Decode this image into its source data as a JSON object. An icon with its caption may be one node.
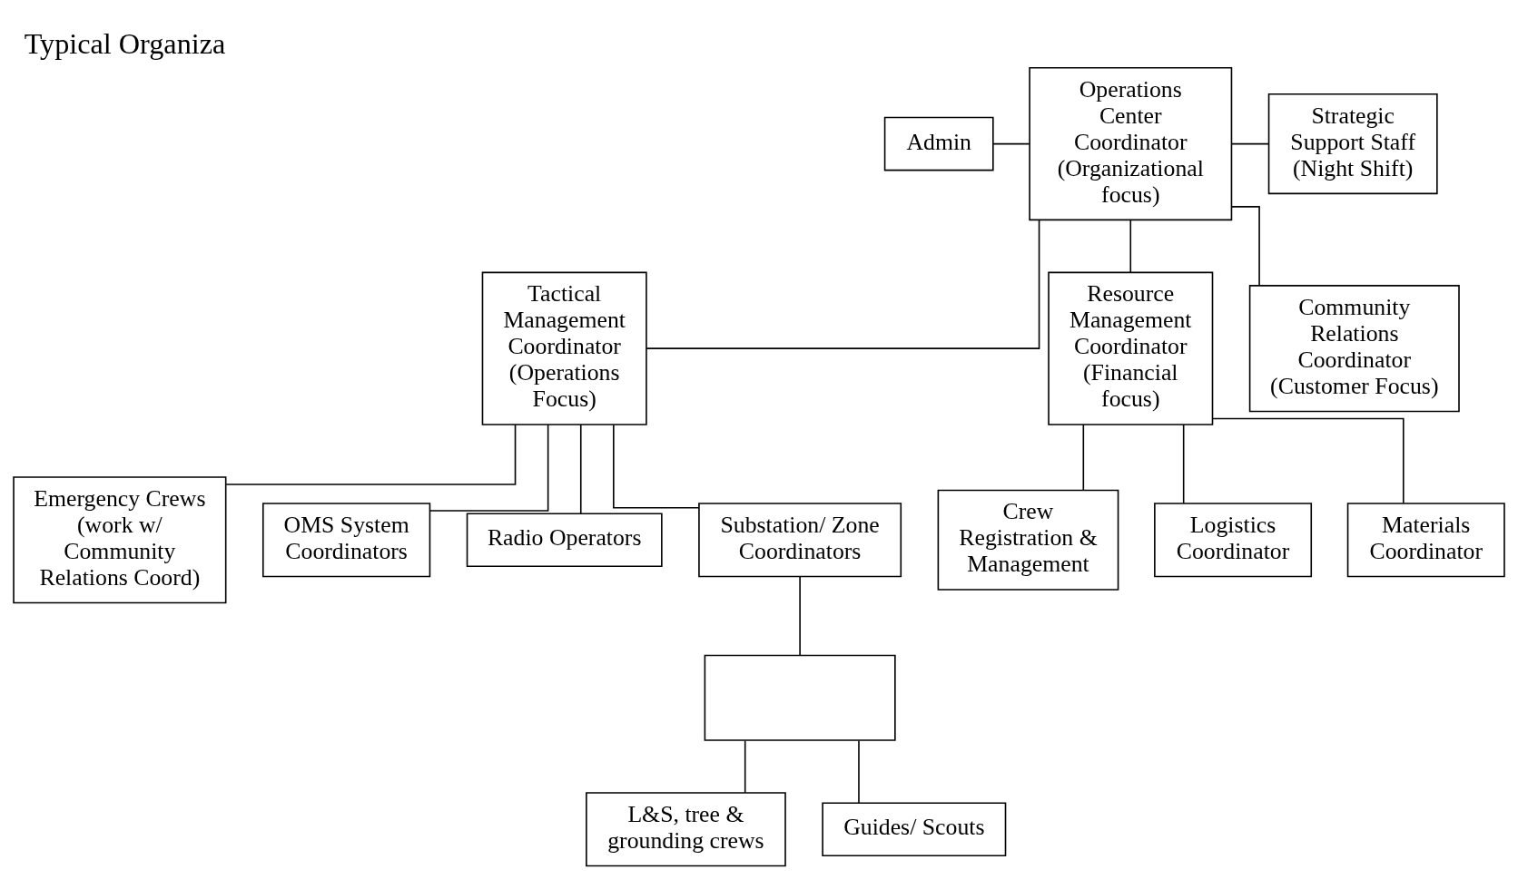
{
  "diagram": {
    "title": "Typical Organiza",
    "nodes": [
      {
        "text": [
          "Operations Center Coordinator (Organizational focus)"
        ]
      },
      {
        "text": [
          "Admin"
        ]
      },
      {
        "text": [
          "Strategic Support Staff",
          "(Night Shift)"
        ]
      },
      {
        "text": [
          "Tactical Management Coordinator (Operations Focus)"
        ]
      },
      {
        "text": [
          "Resource Management Coordinator (Financial focus)"
        ]
      },
      {
        "text": [
          "Community Relations Coordinator (Customer Focus)"
        ]
      },
      {
        "text": [
          "Emergency Crews (work w/ Community Relations Coord)"
        ]
      },
      {
        "text": [
          "OMS System Coordinators"
        ]
      },
      {
        "text": [
          "Radio Operators"
        ]
      },
      {
        "text": [
          "Substation/ Zone Coordinators"
        ]
      },
      {
        "text": [],
        "shape": "box"
      },
      {
        "text": [
          "L&S, tree & grounding crews"
        ]
      },
      {
        "text": [
          "Guides/ Scouts"
        ]
      },
      {
        "text": [
          "Crew Registration & Management"
        ]
      },
      {
        "text": [
          "Logistics Coordinator"
        ]
      },
      {
        "text": [
          "Materials Coordinator"
        ]
      }
    ],
    "edges": [
      {
        "from": 1,
        "to": 0,
        "arrow": "none"
      },
      {
        "from": 0,
        "to": 2,
        "arrow": "none"
      },
      {
        "from": 0,
        "to": 3,
        "arrow": "none"
      },
      {
        "from": 0,
        "to": 4,
        "arrow": "none"
      },
      {
        "from": 0,
        "to": 5,
        "arrow": "none"
      },
      {
        "from": 3,
        "to": 6,
        "arrow": "none"
      },
      {
        "from": 3,
        "to": 7,
        "arrow": "none"
      },
      {
        "from": 3,
        "to": 8,
        "arrow": "none"
      },
      {
        "from": 3,
        "to": 9,
        "arrow": "none"
      },
      {
        "from": 9,
        "to": 10,
        "arrow": "none"
      },
      {
        "from": 10,
        "to": 11,
        "arrow": "none"
      },
      {
        "from": 10,
        "to": 12,
        "arrow": "none"
      },
      {
        "from": 4,
        "to": 13,
        "arrow": "none"
      },
      {
        "from": 4,
        "to": 14,
        "arrow": "none"
      },
      {
        "from": 4,
        "to": 15,
        "arrow": "none"
      }
    ]
  }
}
